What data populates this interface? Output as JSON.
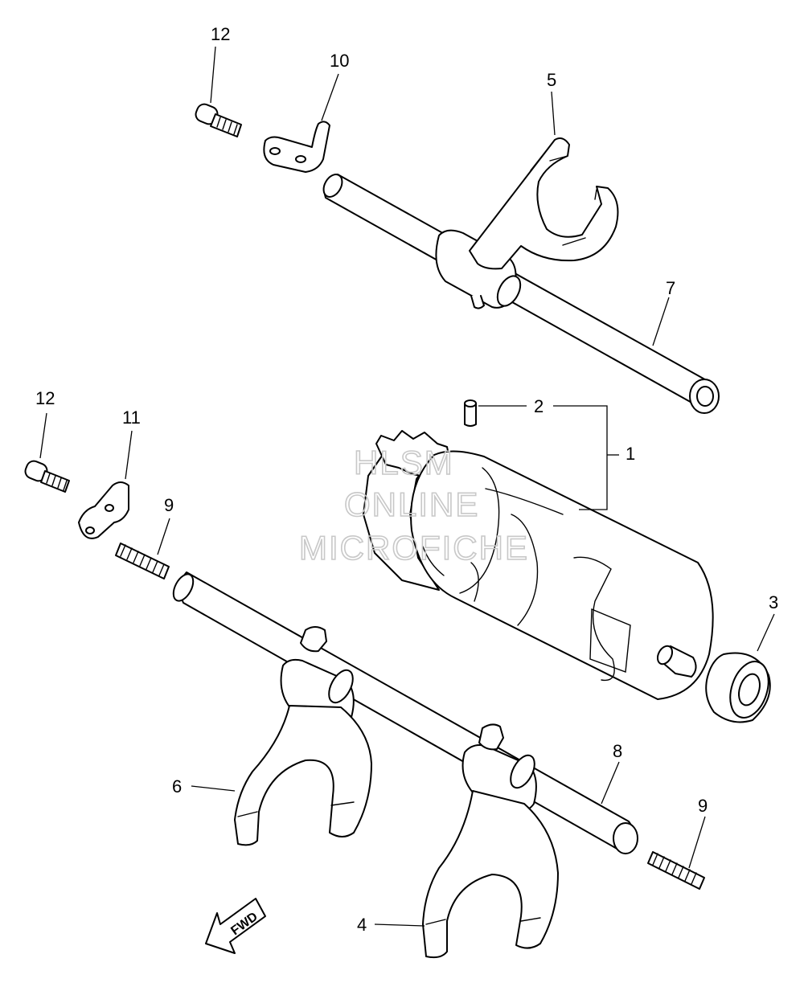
{
  "diagram": {
    "callouts": {
      "c1": "1",
      "c2": "2",
      "c3": "3",
      "c4": "4",
      "c5": "5",
      "c6": "6",
      "c7": "7",
      "c8": "8",
      "c9a": "9",
      "c9b": "9",
      "c10": "10",
      "c11": "11",
      "c12a": "12",
      "c12b": "12"
    },
    "fwd_label": "FWD",
    "watermark": {
      "line1": "HLSM",
      "line2": "ONLINE",
      "line3": "MICROFICHE"
    }
  }
}
